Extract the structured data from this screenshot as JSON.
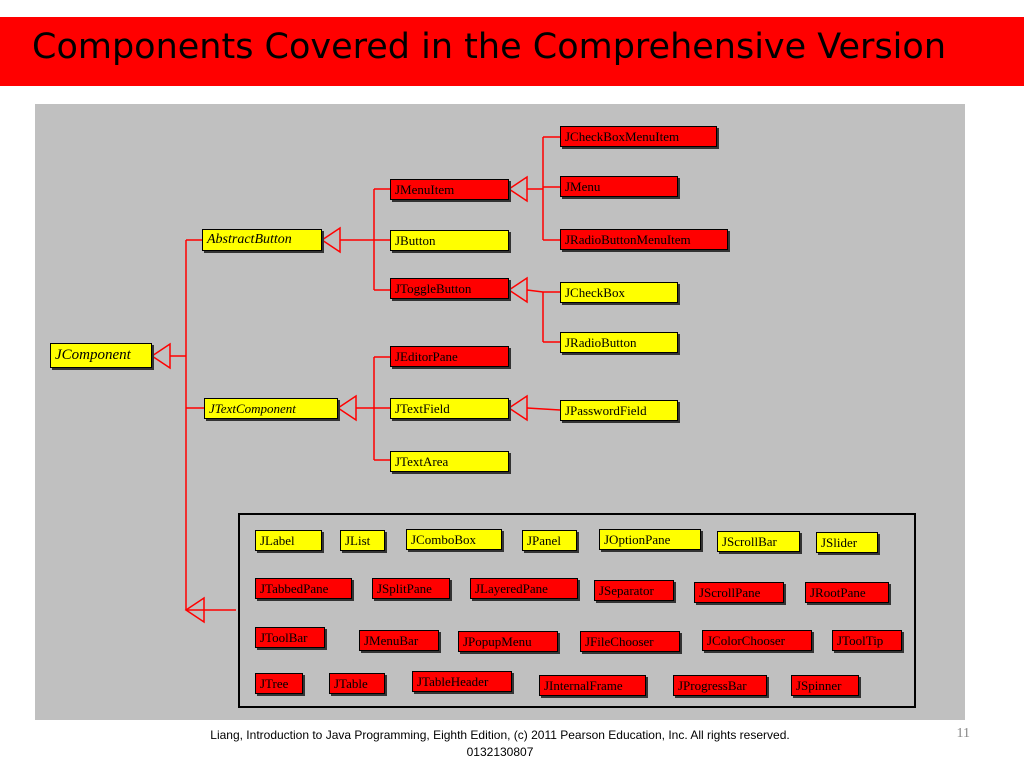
{
  "slide": {
    "title": "Components Covered in the Comprehensive Version",
    "footer": "Liang, Introduction to Java Programming, Eighth Edition, (c) 2011 Pearson Education, Inc. All rights reserved. 0132130807",
    "page_number": "11",
    "colors": {
      "title_bar": "#ff0000",
      "diagram_bg": "#c0c0c0",
      "class_yellow": "#ffff00",
      "class_red": "#ff0000",
      "connector": "#ff0000"
    }
  },
  "hierarchy": {
    "jcomponent": "JComponent",
    "abstractbutton": "AbstractButton",
    "jtextcomponent": "JTextComponent",
    "jmenuitem": "JMenuItem",
    "jbutton": "JButton",
    "jtogglebutton": "JToggleButton",
    "jcheckboxmenuitem": "JCheckBoxMenuItem",
    "jmenu": "JMenu",
    "jradiobuttonmenuitem": "JRadioButtonMenuItem",
    "jcheckbox": "JCheckBox",
    "jradiobutton": "JRadioButton",
    "jeditorpane": "JEditorPane",
    "jtextfield": "JTextField",
    "jtextarea": "JTextArea",
    "jpasswordfield": "JPasswordField"
  },
  "other_components": [
    [
      {
        "label": "JLabel",
        "color": "yellow"
      },
      {
        "label": "JList",
        "color": "yellow"
      },
      {
        "label": "JComboBox",
        "color": "yellow"
      },
      {
        "label": "JPanel",
        "color": "yellow"
      },
      {
        "label": "JOptionPane",
        "color": "yellow"
      },
      {
        "label": "JScrollBar",
        "color": "yellow"
      },
      {
        "label": "JSlider",
        "color": "yellow"
      }
    ],
    [
      {
        "label": "JTabbedPane",
        "color": "red"
      },
      {
        "label": "JSplitPane",
        "color": "red"
      },
      {
        "label": "JLayeredPane",
        "color": "red"
      },
      {
        "label": "JSeparator",
        "color": "red"
      },
      {
        "label": "JScrollPane",
        "color": "red"
      },
      {
        "label": "JRootPane",
        "color": "red"
      }
    ],
    [
      {
        "label": "JToolBar",
        "color": "red"
      },
      {
        "label": "JMenuBar",
        "color": "red"
      },
      {
        "label": "JPopupMenu",
        "color": "red"
      },
      {
        "label": "JFileChooser",
        "color": "red"
      },
      {
        "label": "JColorChooser",
        "color": "red"
      },
      {
        "label": "JToolTip",
        "color": "red"
      }
    ],
    [
      {
        "label": "JTree",
        "color": "red"
      },
      {
        "label": "JTable",
        "color": "red"
      },
      {
        "label": "JTableHeader",
        "color": "red"
      },
      {
        "label": "JInternalFrame",
        "color": "red"
      },
      {
        "label": "JProgressBar",
        "color": "red"
      },
      {
        "label": "JSpinner",
        "color": "red"
      }
    ]
  ]
}
